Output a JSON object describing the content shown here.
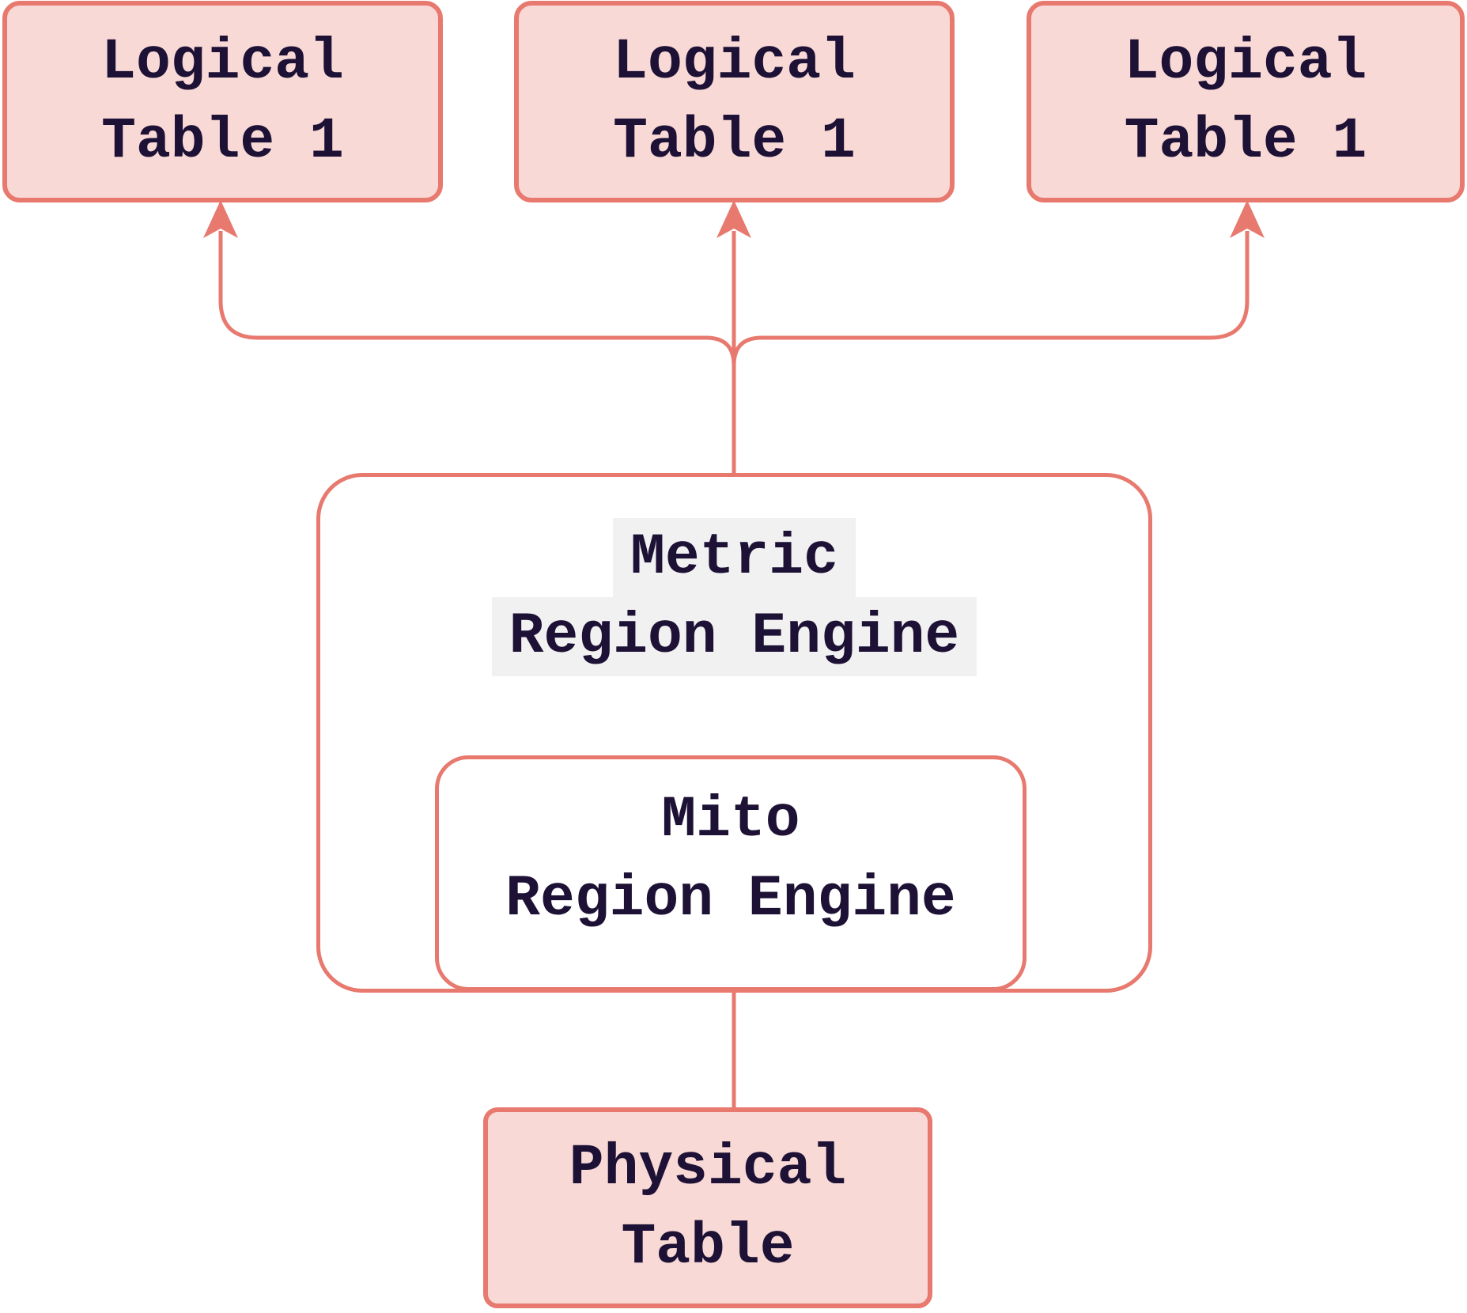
{
  "diagram": {
    "title": "Region engine table mapping diagram",
    "colors": {
      "accent": "#e8796f",
      "node_fill": "#f8d9d6",
      "engine_fill": "#ffffff",
      "text": "#1d1135",
      "label_highlight": "#ececec",
      "background": "#ffffff"
    },
    "nodes": {
      "logical_left": {
        "line1": "Logical",
        "line2": "Table 1"
      },
      "logical_middle": {
        "line1": "Logical",
        "line2": "Table 1"
      },
      "logical_right": {
        "line1": "Logical",
        "line2": "Table 1"
      },
      "metric_engine": {
        "line1": "Metric",
        "line2": "Region Engine"
      },
      "mito_engine": {
        "line1": "Mito",
        "line2": "Region Engine"
      },
      "physical": {
        "line1": "Physical",
        "line2": "Table"
      }
    },
    "edges": [
      {
        "from": "metric_engine",
        "to": "logical_left"
      },
      {
        "from": "metric_engine",
        "to": "logical_middle"
      },
      {
        "from": "metric_engine",
        "to": "logical_right"
      },
      {
        "from": "physical",
        "to": "mito_engine"
      }
    ]
  }
}
